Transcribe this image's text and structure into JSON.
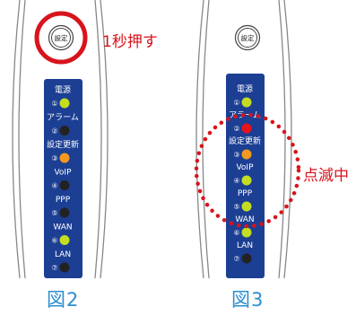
{
  "colors": {
    "panel": "#1c3f94",
    "led_green": "#c4dd22",
    "led_red": "#e8141c",
    "led_orange": "#f39a1e",
    "led_black": "#222222",
    "annotation_red": "#d7141c",
    "caption_blue": "#2b8fd0"
  },
  "figure2": {
    "caption": "図2",
    "button_label": "設定",
    "callout": "1秒押す",
    "leds": [
      {
        "label": "電源",
        "number": "①",
        "state": "green"
      },
      {
        "label": "アラーム",
        "number": "②",
        "state": "black"
      },
      {
        "label": "設定更新",
        "number": "③",
        "state": "orange"
      },
      {
        "label": "VoIP",
        "number": "④",
        "state": "black"
      },
      {
        "label": "PPP",
        "number": "⑤",
        "state": "black"
      },
      {
        "label": "WAN",
        "number": "⑥",
        "state": "green"
      },
      {
        "label": "LAN",
        "number": "⑦",
        "state": "black"
      }
    ]
  },
  "figure3": {
    "caption": "図3",
    "button_label": "設定",
    "callout": "点滅中",
    "leds": [
      {
        "label": "電源",
        "number": "①",
        "state": "green"
      },
      {
        "label": "アラーム",
        "number": "②",
        "state": "red"
      },
      {
        "label": "設定更新",
        "number": "③",
        "state": "orange"
      },
      {
        "label": "VoIP",
        "number": "④",
        "state": "green"
      },
      {
        "label": "PPP",
        "number": "⑤",
        "state": "green"
      },
      {
        "label": "WAN",
        "number": "⑥",
        "state": "green"
      },
      {
        "label": "LAN",
        "number": "⑦",
        "state": "black"
      }
    ]
  }
}
